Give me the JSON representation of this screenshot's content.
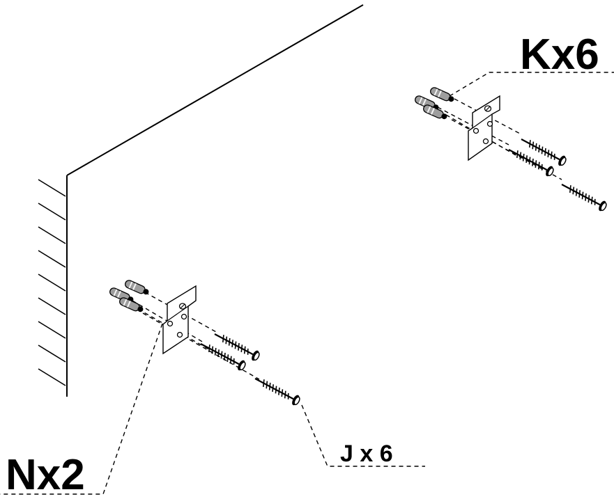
{
  "diagram": {
    "callouts": {
      "wall_plug": "Kx6",
      "bracket": "Nx2",
      "screw": "J x 6"
    },
    "colors": {
      "line": "#000000",
      "plug_fill": "#9e9e9e",
      "bracket_fill": "#ffffff"
    },
    "icons": [
      "wall-plug-icon",
      "mounting-bracket-icon",
      "screw-icon"
    ]
  }
}
